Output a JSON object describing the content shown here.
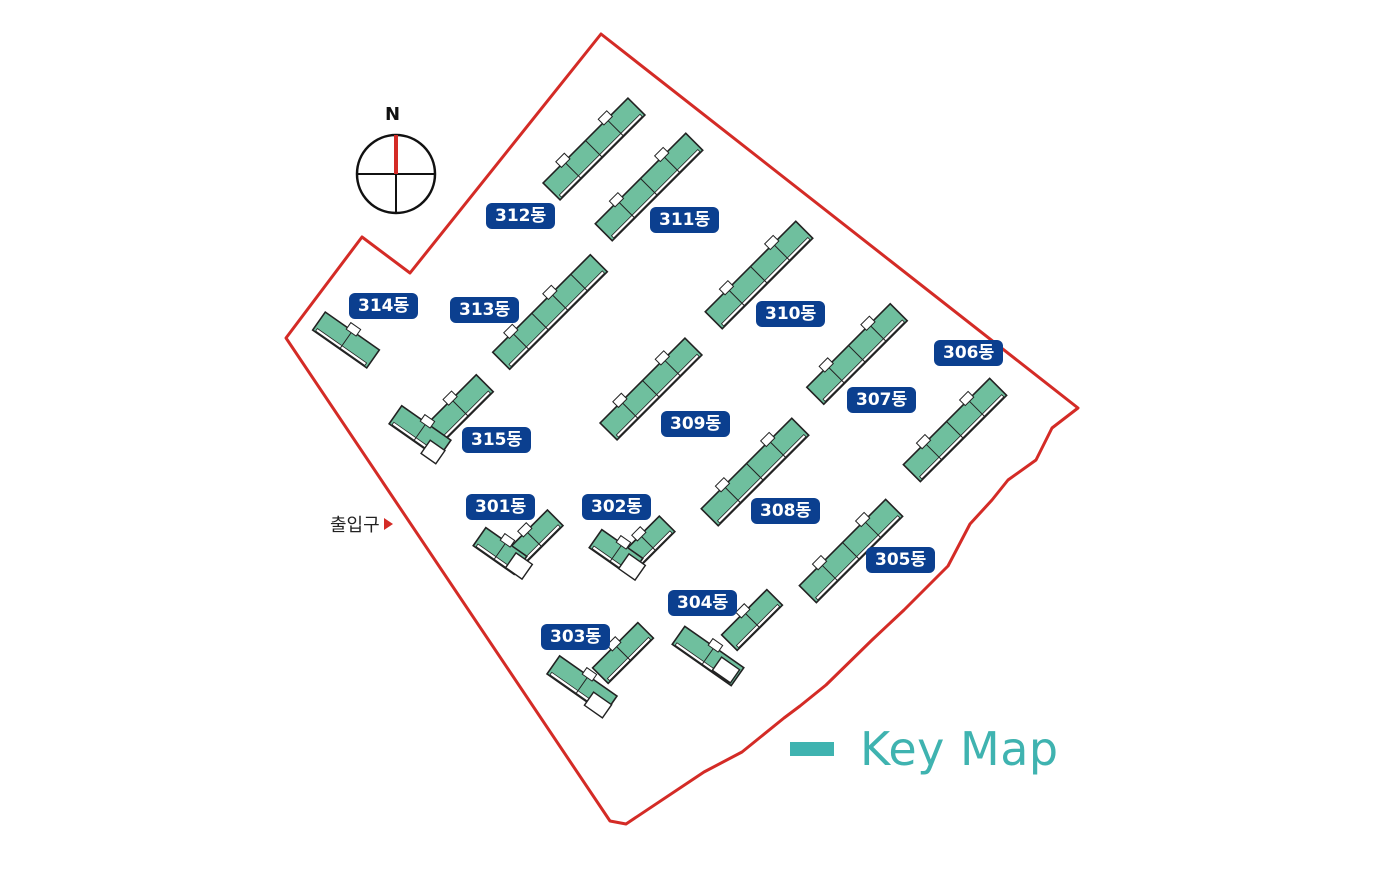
{
  "compass": {
    "north_label": "N"
  },
  "entrance": {
    "label": "출입구"
  },
  "legend": {
    "label": "Key Map",
    "color": "#3fb3b0"
  },
  "colors": {
    "boundary": "#d42b26",
    "building": "#6fbf9e",
    "label_bg": "#0b3f8f"
  },
  "buildings": [
    {
      "id": "312",
      "label": "312동"
    },
    {
      "id": "311",
      "label": "311동"
    },
    {
      "id": "314",
      "label": "314동"
    },
    {
      "id": "313",
      "label": "313동"
    },
    {
      "id": "310",
      "label": "310동"
    },
    {
      "id": "306",
      "label": "306동"
    },
    {
      "id": "307",
      "label": "307동"
    },
    {
      "id": "315",
      "label": "315동"
    },
    {
      "id": "309",
      "label": "309동"
    },
    {
      "id": "301",
      "label": "301동"
    },
    {
      "id": "302",
      "label": "302동"
    },
    {
      "id": "308",
      "label": "308동"
    },
    {
      "id": "305",
      "label": "305동"
    },
    {
      "id": "304",
      "label": "304동"
    },
    {
      "id": "303",
      "label": "303동"
    }
  ]
}
